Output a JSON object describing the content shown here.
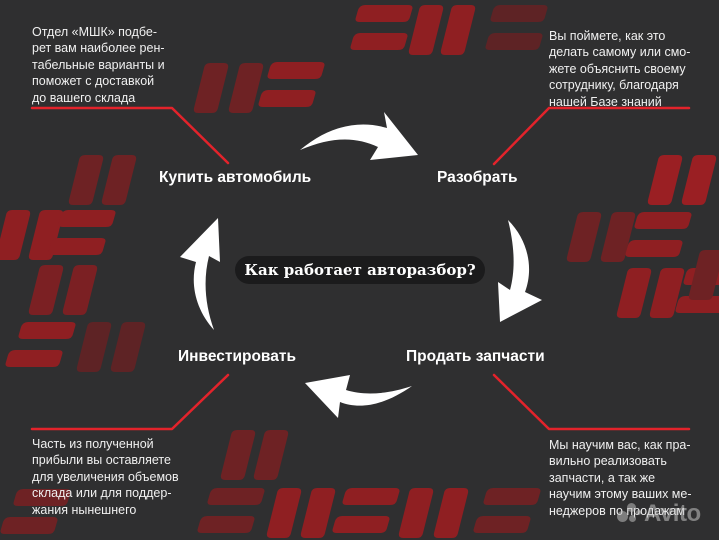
{
  "title": "Как работает авторазбор?",
  "steps": {
    "buy": "Купить автомобиль",
    "disassemble": "Разобрать",
    "sell": "Продать запчасти",
    "invest": "Инвестировать"
  },
  "descriptions": {
    "buy": "Отдел «МШК» подбе-\nрет вам наиболее рен-\nтабельные варианты и\nпоможет с доставкой\nдо вашего склада",
    "disassemble": "Вы поймете, как это\nделать самому или смо-\nжете объяснить своему\nсотруднику, благодаря\nнашей Базе знаний",
    "invest": "Часть из полученной\nприбыли вы оставляете\nдля увеличения объемов\nсклада или для поддер-\nжания нынешнего",
    "sell": "Мы научим вас, как пра-\nвильно реализовать\nзапчасти, а так же\nнаучим этому ваших ме-\nнеджеров по продажам"
  },
  "watermark": "Avito",
  "colors": {
    "background": "#2f2f30",
    "accent_red": "#e3232b",
    "stripe_red": "#8f1f22",
    "stripe_red_dim": "#5e2325",
    "text": "#ffffff",
    "pill_bg": "#1b1b1c"
  },
  "icons": {
    "cycle_arrows": "curved-arrow",
    "decor": "red-slanted-stripes"
  }
}
